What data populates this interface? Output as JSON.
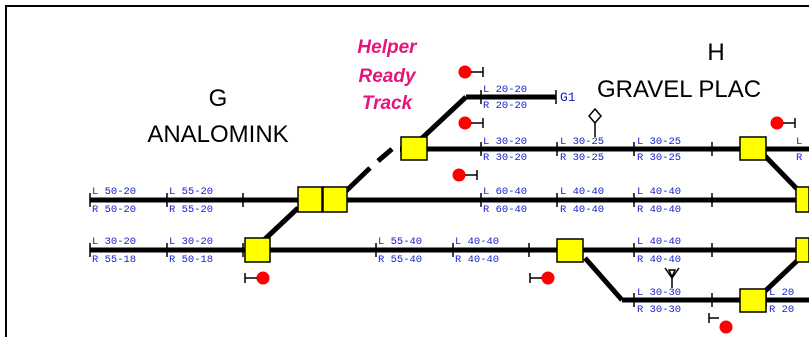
{
  "stations": {
    "g": {
      "letter": "G",
      "name": "ANALOMINK"
    },
    "h": {
      "letter": "H",
      "name": "GRAVEL PLAC"
    }
  },
  "helper_label": {
    "line1": "Helper",
    "line2": "Ready",
    "line3": "Track"
  },
  "track_names": {
    "g1": "G1"
  },
  "block_labels": {
    "row_g1_a": {
      "l": "L 20-20",
      "r": "R 20-20"
    },
    "row_main1_a": {
      "l": "L 30-20",
      "r": "R 30-20"
    },
    "row_main1_b": {
      "l": "L 30-25",
      "r": "R 30-25"
    },
    "row_main1_c": {
      "l": "L 30-25",
      "r": "R 30-25"
    },
    "row_main1_d": {
      "l": "L",
      "r": "R"
    },
    "row_main2_a": {
      "l": "L 50-20",
      "r": "R 50-20"
    },
    "row_main2_b": {
      "l": "L 55-20",
      "r": "R 55-20"
    },
    "row_main2_c": {
      "l": "L 60-40",
      "r": "R 60-40"
    },
    "row_main2_d": {
      "l": "L 40-40",
      "r": "R 40-40"
    },
    "row_main2_e": {
      "l": "L 40-40",
      "r": "R 40-40"
    },
    "row_main3_a": {
      "l": "L 30-20",
      "r": "R 55-18"
    },
    "row_main3_b": {
      "l": "L 30-20",
      "r": "R 50-18"
    },
    "row_main3_c": {
      "l": "L 55-40",
      "r": "R 55-40"
    },
    "row_main3_d": {
      "l": "L 40-40",
      "r": "R 40-40"
    },
    "row_main3_e": {
      "l": "L 40-40",
      "r": "R 40-40"
    },
    "row_siding_a": {
      "l": "L 30-30",
      "r": "R 30-30"
    },
    "row_siding_b": {
      "l": "L 20",
      "r": "R 20"
    }
  },
  "colors": {
    "track": "#000000",
    "block_fill": "#ffff00",
    "signal": "#ff0000",
    "label_text": "#1a22c8",
    "helper_text": "#e4167b",
    "frame": "#000000"
  }
}
